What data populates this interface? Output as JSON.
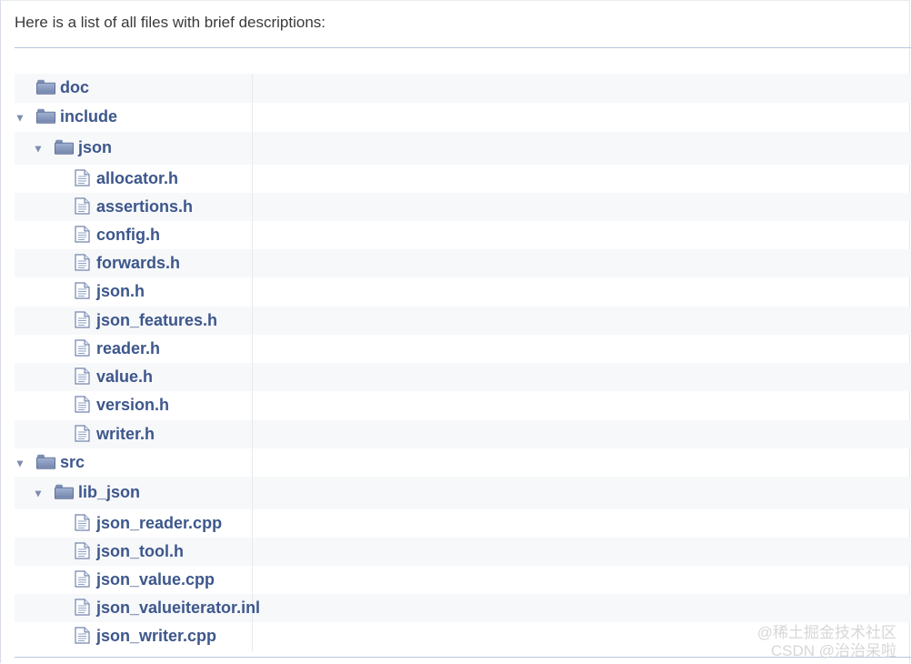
{
  "intro_text": "Here is a list of all files with brief descriptions:",
  "colors": {
    "link": "#3d578c",
    "folder": "#7f90b5",
    "alt_row": "#f7f8fa",
    "separator": "#b8c6dd"
  },
  "tree": [
    {
      "label": "doc",
      "kind": "folder",
      "depth": 0,
      "expanded": false,
      "icon": "folder-icon"
    },
    {
      "label": "include",
      "kind": "folder",
      "depth": 0,
      "expanded": true,
      "icon": "folder-icon"
    },
    {
      "label": "json",
      "kind": "folder",
      "depth": 1,
      "expanded": true,
      "icon": "folder-icon"
    },
    {
      "label": "allocator.h",
      "kind": "file",
      "depth": 2,
      "icon": "document-icon"
    },
    {
      "label": "assertions.h",
      "kind": "file",
      "depth": 2,
      "icon": "document-icon"
    },
    {
      "label": "config.h",
      "kind": "file",
      "depth": 2,
      "icon": "document-icon"
    },
    {
      "label": "forwards.h",
      "kind": "file",
      "depth": 2,
      "icon": "document-icon"
    },
    {
      "label": "json.h",
      "kind": "file",
      "depth": 2,
      "icon": "document-icon"
    },
    {
      "label": "json_features.h",
      "kind": "file",
      "depth": 2,
      "icon": "document-icon"
    },
    {
      "label": "reader.h",
      "kind": "file",
      "depth": 2,
      "icon": "document-icon"
    },
    {
      "label": "value.h",
      "kind": "file",
      "depth": 2,
      "icon": "document-icon"
    },
    {
      "label": "version.h",
      "kind": "file",
      "depth": 2,
      "icon": "document-icon"
    },
    {
      "label": "writer.h",
      "kind": "file",
      "depth": 2,
      "icon": "document-icon"
    },
    {
      "label": "src",
      "kind": "folder",
      "depth": 0,
      "expanded": true,
      "icon": "folder-icon"
    },
    {
      "label": "lib_json",
      "kind": "folder",
      "depth": 1,
      "expanded": true,
      "icon": "folder-icon"
    },
    {
      "label": "json_reader.cpp",
      "kind": "file",
      "depth": 2,
      "icon": "document-icon"
    },
    {
      "label": "json_tool.h",
      "kind": "file",
      "depth": 2,
      "icon": "document-icon"
    },
    {
      "label": "json_value.cpp",
      "kind": "file",
      "depth": 2,
      "icon": "document-icon"
    },
    {
      "label": "json_valueiterator.inl",
      "kind": "file",
      "depth": 2,
      "icon": "document-icon"
    },
    {
      "label": "json_writer.cpp",
      "kind": "file",
      "depth": 2,
      "icon": "document-icon"
    }
  ],
  "watermark": {
    "line1": "@稀土掘金技术社区",
    "line2": "CSDN @治治呆啦"
  }
}
